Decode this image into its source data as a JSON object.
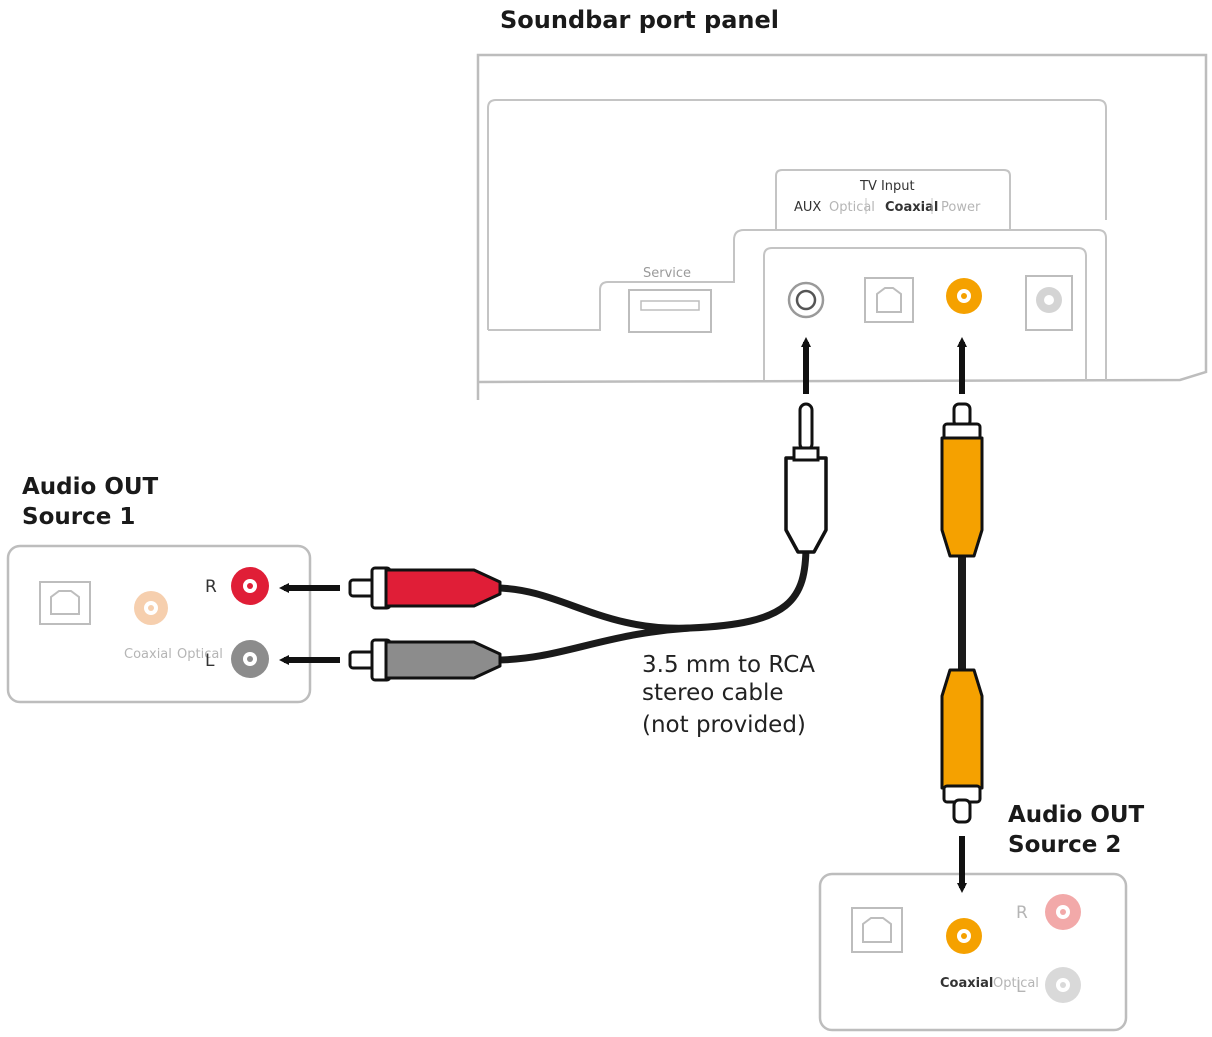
{
  "soundbar": {
    "title": "Soundbar port panel",
    "tv_input_label": "TV Input",
    "port_labels": {
      "aux": "AUX",
      "optical": "Optical",
      "coaxial": "Coaxial",
      "power": "Power"
    },
    "service_label": "Service"
  },
  "source1": {
    "heading_line1": "Audio OUT",
    "heading_line2": "Source 1",
    "label_r": "R",
    "label_l": "L",
    "label_coaxial": "Coaxial",
    "label_optical": "Optical"
  },
  "source2": {
    "heading_line1": "Audio OUT",
    "heading_line2": "Source 2",
    "label_r": "R",
    "label_l": "L",
    "label_coaxial": "Coaxial",
    "label_optical": "Optical"
  },
  "cable": {
    "line1": "3.5 mm to RCA",
    "line2": "stereo cable",
    "line3": "(not provided)"
  },
  "colors": {
    "red": "#e01e37",
    "grey": "#8c8c8c",
    "orange": "#f5a100",
    "black": "#1a1a1a",
    "outline": "#bdbdbd"
  }
}
